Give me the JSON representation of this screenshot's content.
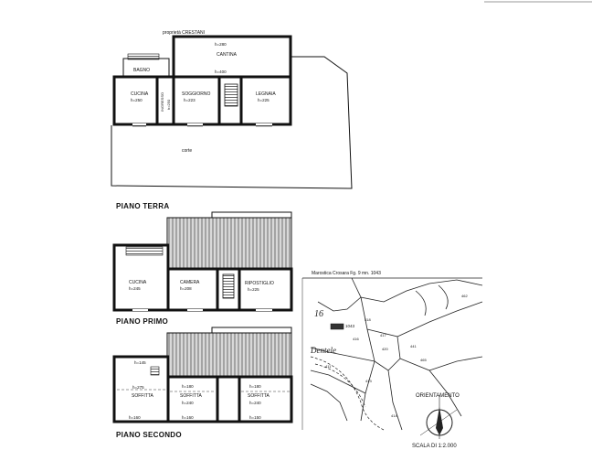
{
  "piano_terra": {
    "title": "PIANO TERRA",
    "owner": "proprietà CRESTANI",
    "cantina": "CANTINA",
    "cantina_h_top": "h=280",
    "cantina_h_bottom": "h=400",
    "bagno": "BAGNO",
    "cucina": "CUCINA",
    "cucina_h": "h=250",
    "ingresso": "INGRESSO",
    "ingresso_h": "h=250",
    "soggiorno": "SOGGIORNO",
    "soggiorno_h": "h=223",
    "legnaia": "LEGNAIA",
    "legnaia_h": "h=225",
    "corte": "corte"
  },
  "piano_primo": {
    "title": "PIANO PRIMO",
    "cucina": "CUCINA",
    "cucina_h": "h=245",
    "camera": "CAMERA",
    "camera_h": "h=208",
    "ripostiglio": "RIPOSTIGLIO",
    "ripostiglio_h": "h=225"
  },
  "piano_secondo": {
    "title": "PIANO SECONDO",
    "h_top_left": "h=145",
    "h_mid_left": "h=275",
    "soffitta_left": "SOFFITTA",
    "h_bottom_left": "h=160",
    "h_top_mid": "h=180",
    "soffitta_mid": "SOFFITTA",
    "h_mid_mid": "h=240",
    "h_bottom_mid": "h=160",
    "h_top_right": "h=180",
    "soffitta_right": "SOFFITTA",
    "h_mid_right": "h=240",
    "h_bottom_right": "h=150"
  },
  "map": {
    "title": "Marostica Crosara Fg. 9 mn. 1043",
    "parcel": "1043",
    "place": "Dentele",
    "sheet": "16",
    "orientamento": "ORIENTAMENTO",
    "scale": "SCALA DI 1:2.000",
    "nums": [
      "416",
      "417",
      "418",
      "420",
      "441",
      "465",
      "411",
      "413",
      "414",
      "462"
    ]
  }
}
